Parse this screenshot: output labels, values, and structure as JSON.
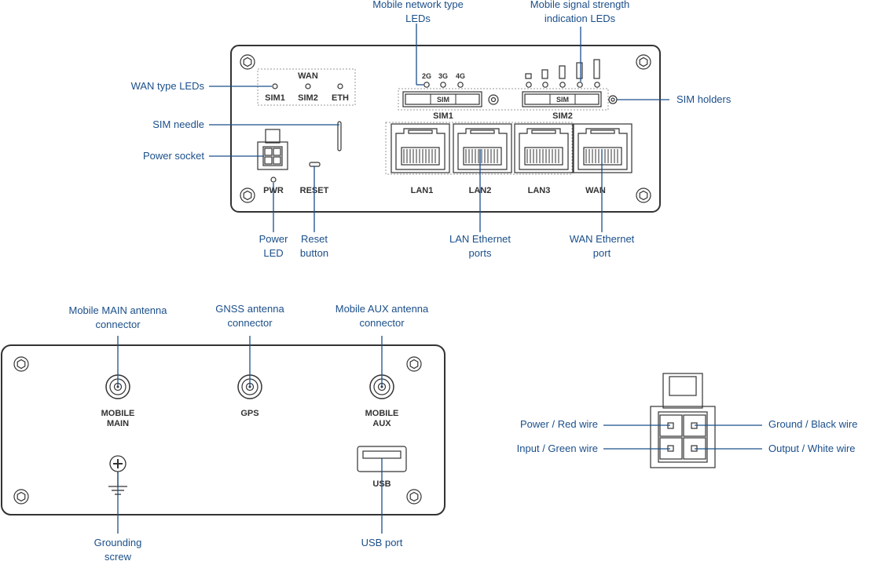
{
  "colors": {
    "callout_text": "#1b4f8a",
    "leader_line": "#1b4f8a",
    "device_outline": "#333333"
  },
  "front_panel": {
    "wan_label": "WAN",
    "led_labels": [
      "SIM1",
      "SIM2",
      "ETH"
    ],
    "network_type_leds": [
      "2G",
      "3G",
      "4G"
    ],
    "sim_slot_text": "SIM",
    "sim_holders": [
      "SIM1",
      "SIM2"
    ],
    "port_labels": [
      "PWR",
      "RESET",
      "LAN1",
      "LAN2",
      "LAN3",
      "WAN"
    ]
  },
  "back_panel": {
    "connectors": [
      "MOBILE\nMAIN",
      "GPS",
      "MOBILE\nAUX"
    ],
    "usb_label": "USB"
  },
  "callouts": {
    "network_type_leds": "Mobile network type\nLEDs",
    "signal_strength_leds": "Mobile signal strength\nindication LEDs",
    "wan_type_leds": "WAN type LEDs",
    "sim_holders": "SIM holders",
    "sim_needle": "SIM needle",
    "power_socket": "Power socket",
    "power_led": "Power\nLED",
    "reset_button": "Reset\nbutton",
    "lan_ports": "LAN Ethernet\nports",
    "wan_port": "WAN Ethernet\nport",
    "main_antenna": "Mobile MAIN antenna\nconnector",
    "gnss_antenna": "GNSS antenna\nconnector",
    "aux_antenna": "Mobile AUX antenna\nconnector",
    "grounding_screw": "Grounding\nscrew",
    "usb_port": "USB port",
    "power_wire": "Power / Red wire",
    "input_wire": "Input / Green wire",
    "ground_wire": "Ground / Black wire",
    "output_wire": "Output / White wire"
  }
}
